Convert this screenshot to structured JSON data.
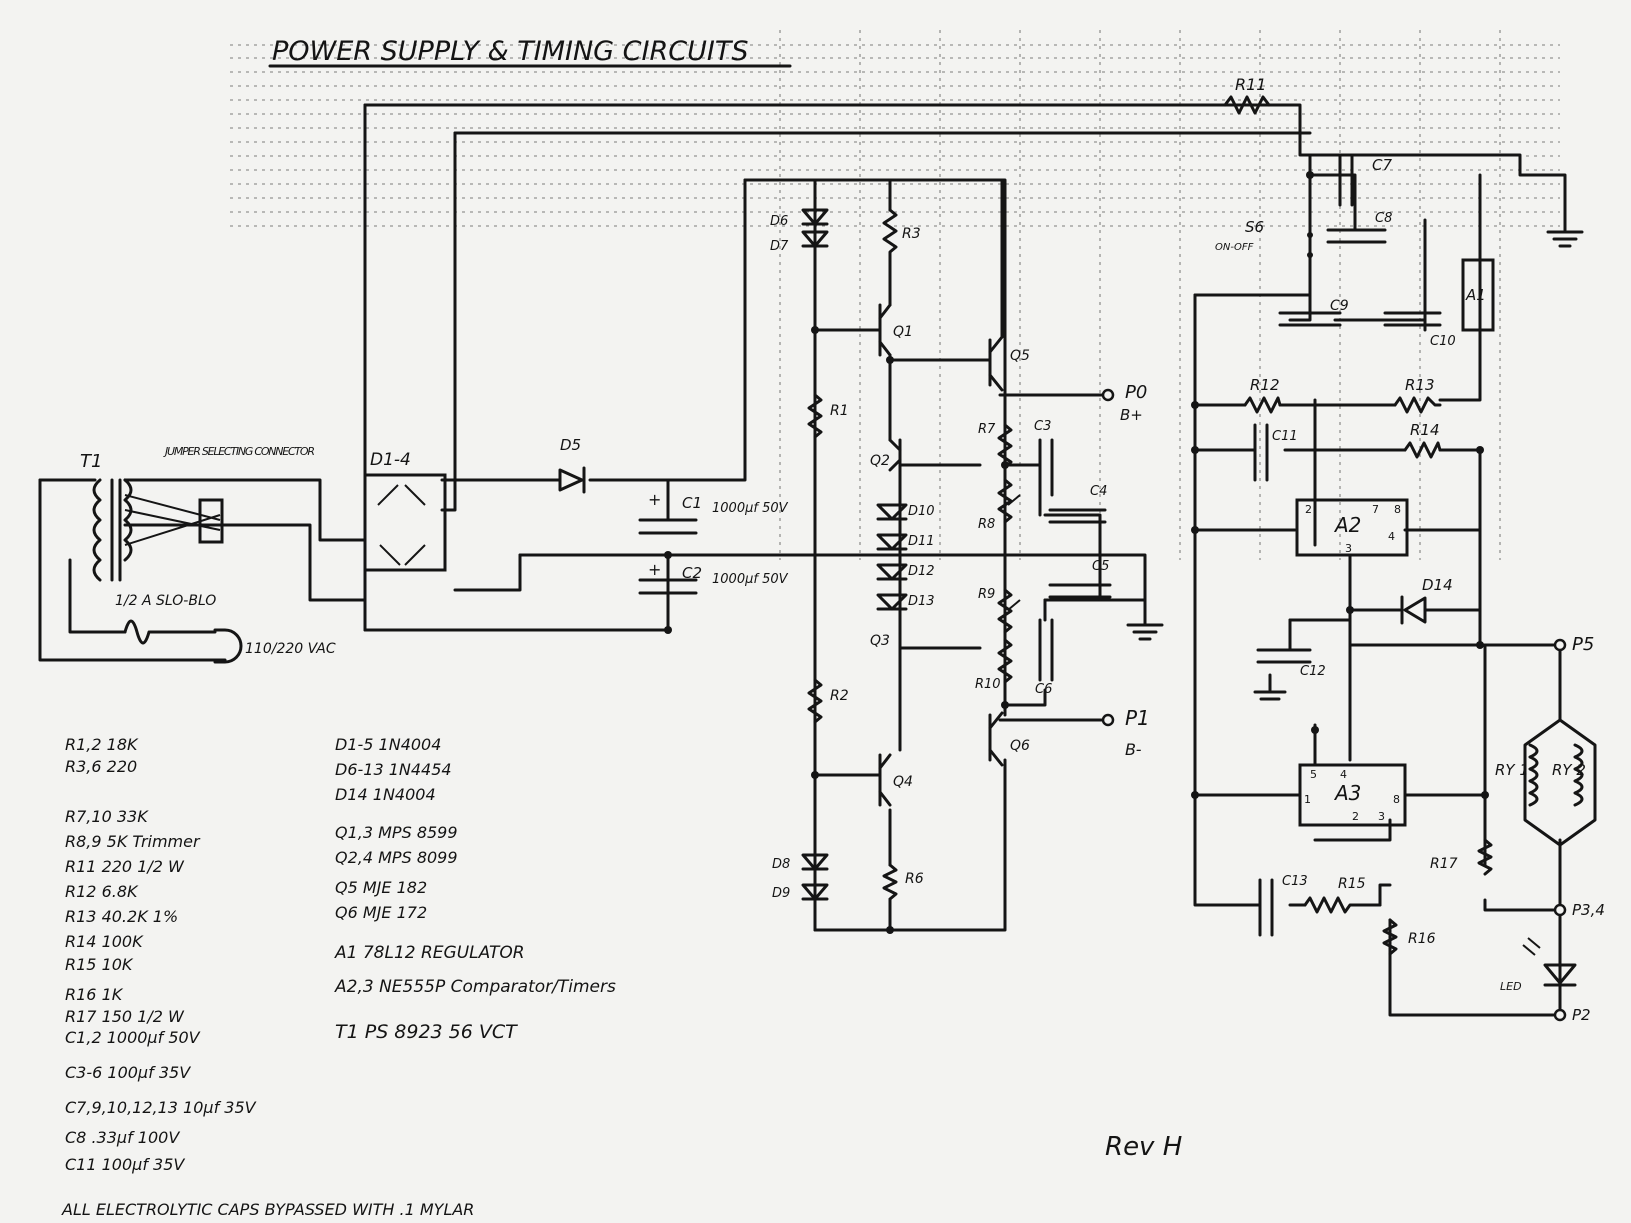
{
  "title": "POWER SUPPLY & TIMING CIRCUITS",
  "revision": "Rev H",
  "footnote": "ALL ELECTROLYTIC CAPS BYPASSED WITH .1 MYLAR",
  "colors": {
    "paper": "#f3f3f1",
    "ink": "#151515"
  },
  "labels": {
    "t1": "T1",
    "connector": "JUMPER SELECTING CONNECTOR",
    "fuse": "1/2 A SLO-BLO",
    "mains": "110/220 VAC",
    "bridge": "D1-4",
    "d5": "D5",
    "c1": "C1",
    "c1v": "1000µf 50V",
    "c2": "C2",
    "c2v": "1000µf 50V",
    "d6": "D6",
    "d7": "D7",
    "r3": "R3",
    "q1": "Q1",
    "r1": "R1",
    "q2": "Q2",
    "d10": "D10",
    "d11": "D11",
    "d12": "D12",
    "d13": "D13",
    "q3": "Q3",
    "r2": "R2",
    "q4": "Q4",
    "d8": "D8",
    "d9": "D9",
    "r6": "R6",
    "q5": "Q5",
    "p0": "P0",
    "p0s": "B+",
    "r7": "R7",
    "c3": "C3",
    "c4": "C4",
    "r8": "R8",
    "c5": "C5",
    "r9": "R9",
    "r10": "R10",
    "c6": "C6",
    "q6": "Q6",
    "p1": "P1",
    "p1s": "B-",
    "r11": "R11",
    "c7": "C7",
    "c8": "C8",
    "s6": "S6",
    "s6s": "ON-OFF",
    "a1": "A1",
    "c9": "C9",
    "c10": "C10",
    "r12": "R12",
    "r13": "R13",
    "c11": "C11",
    "r14": "R14",
    "a2": "A2",
    "d14": "D14",
    "c12": "C12",
    "p5": "P5",
    "a3": "A3",
    "ry1": "RY 1",
    "ry2": "RY 2",
    "r17": "R17",
    "c13": "C13",
    "r15": "R15",
    "r16": "R16",
    "p34": "P3,4",
    "led": "LED",
    "p2": "P2",
    "pin1": "1",
    "pin2": "2",
    "pin3": "3",
    "pin4": "4",
    "pin5": "5",
    "pin7": "7",
    "pin8": "8"
  },
  "parts_left": [
    "R1,2  18K",
    "R3,6  220",
    "R7,10  33K",
    "R8,9  5K Trimmer",
    "R11  220 1/2 W",
    "R12  6.8K",
    "R13  40.2K 1%",
    "R14  100K",
    "R15  10K",
    "R16  1K",
    "R17  150 1/2 W",
    "C1,2  1000µf 50V",
    "C3-6  100µf 35V",
    "C7,9,10,12,13  10µf 35V",
    "C8  .33µf 100V",
    "C11  100µf 35V"
  ],
  "parts_right": [
    "D1-5   1N4004",
    "D6-13   1N4454",
    "D14   1N4004",
    "Q1,3   MPS 8599",
    "Q2,4   MPS 8099",
    "Q5   MJE 182",
    "Q6   MJE 172",
    "A1   78L12  REGULATOR",
    "A2,3   NE555P  Comparator/Timers",
    "T1   PS 8923   56 VCT"
  ]
}
